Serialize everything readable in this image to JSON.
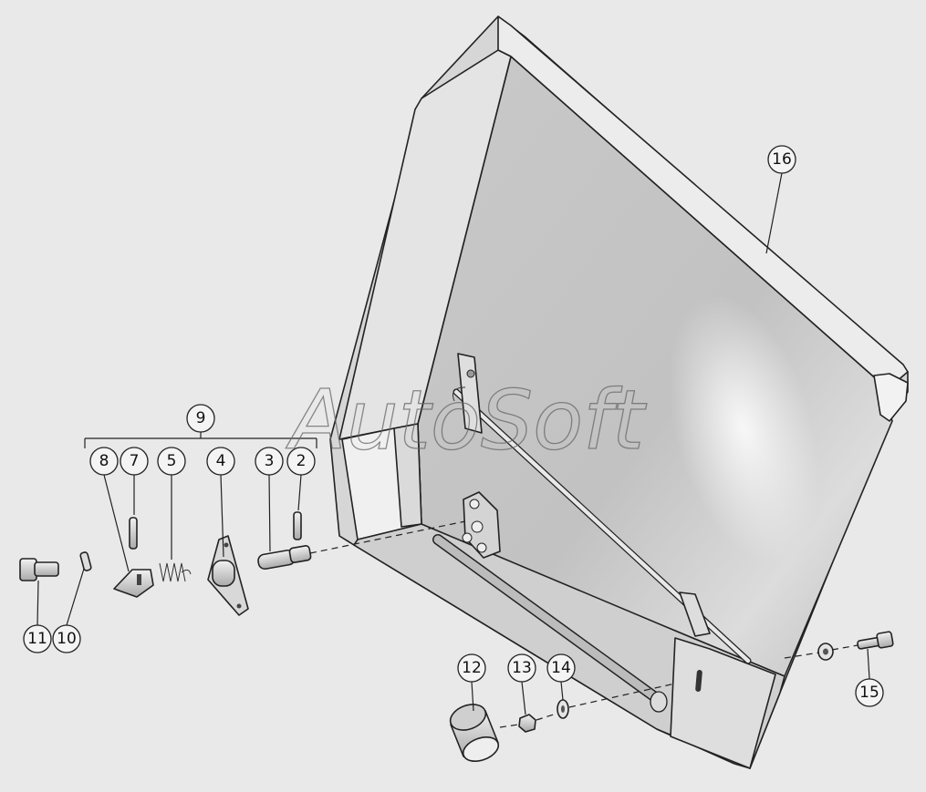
{
  "watermark": "AutoSoft",
  "callouts": {
    "c2": "2",
    "c3": "3",
    "c4": "4",
    "c5": "5",
    "c7": "7",
    "c8": "8",
    "c9": "9",
    "c10": "10",
    "c11": "11",
    "c12": "12",
    "c13": "13",
    "c14": "14",
    "c15": "15",
    "c16": "16"
  }
}
